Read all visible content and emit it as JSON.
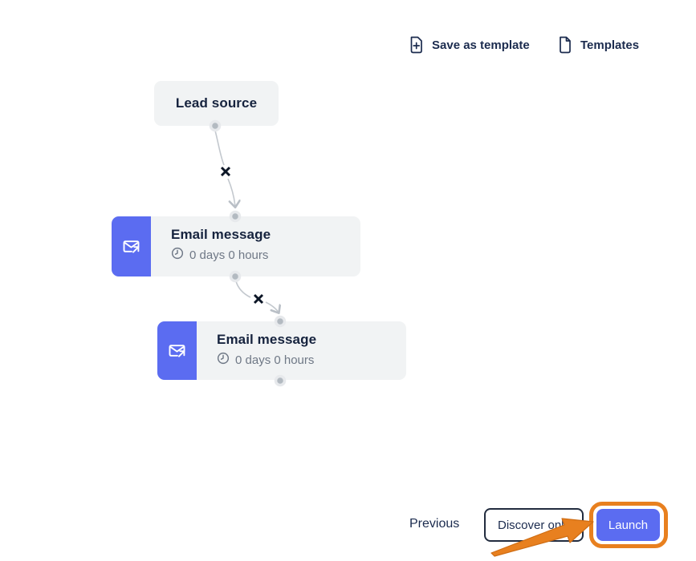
{
  "toolbar": {
    "save_as_template": "Save as template",
    "templates": "Templates"
  },
  "flow": {
    "nodes": [
      {
        "id": "lead-source",
        "title": "Lead source"
      },
      {
        "id": "email-1",
        "title": "Email message",
        "delay": "0 days 0 hours"
      },
      {
        "id": "email-2",
        "title": "Email message",
        "delay": "0 days 0 hours"
      }
    ]
  },
  "footer": {
    "previous": "Previous",
    "discover_only": "Discover only",
    "launch": "Launch"
  },
  "colors": {
    "accent_blue": "#5b6cf1",
    "node_background": "#f1f3f4",
    "text_dark": "#1b2b4e",
    "text_gray": "#6f7886",
    "connector_gray": "#c3c8ce",
    "dot_gray": "#b3bac1",
    "delete_x_black": "#0c1626",
    "annotation_orange": "#e8801f"
  },
  "icons": {
    "save_as_template": "file-plus",
    "templates": "file",
    "email_step": "envelope-send-arrow",
    "delay": "clock",
    "delete_connection": "x-cross",
    "connection_handle": "dot",
    "connector_end": "chevron-arrowhead",
    "annotation": "orange-arrow"
  }
}
